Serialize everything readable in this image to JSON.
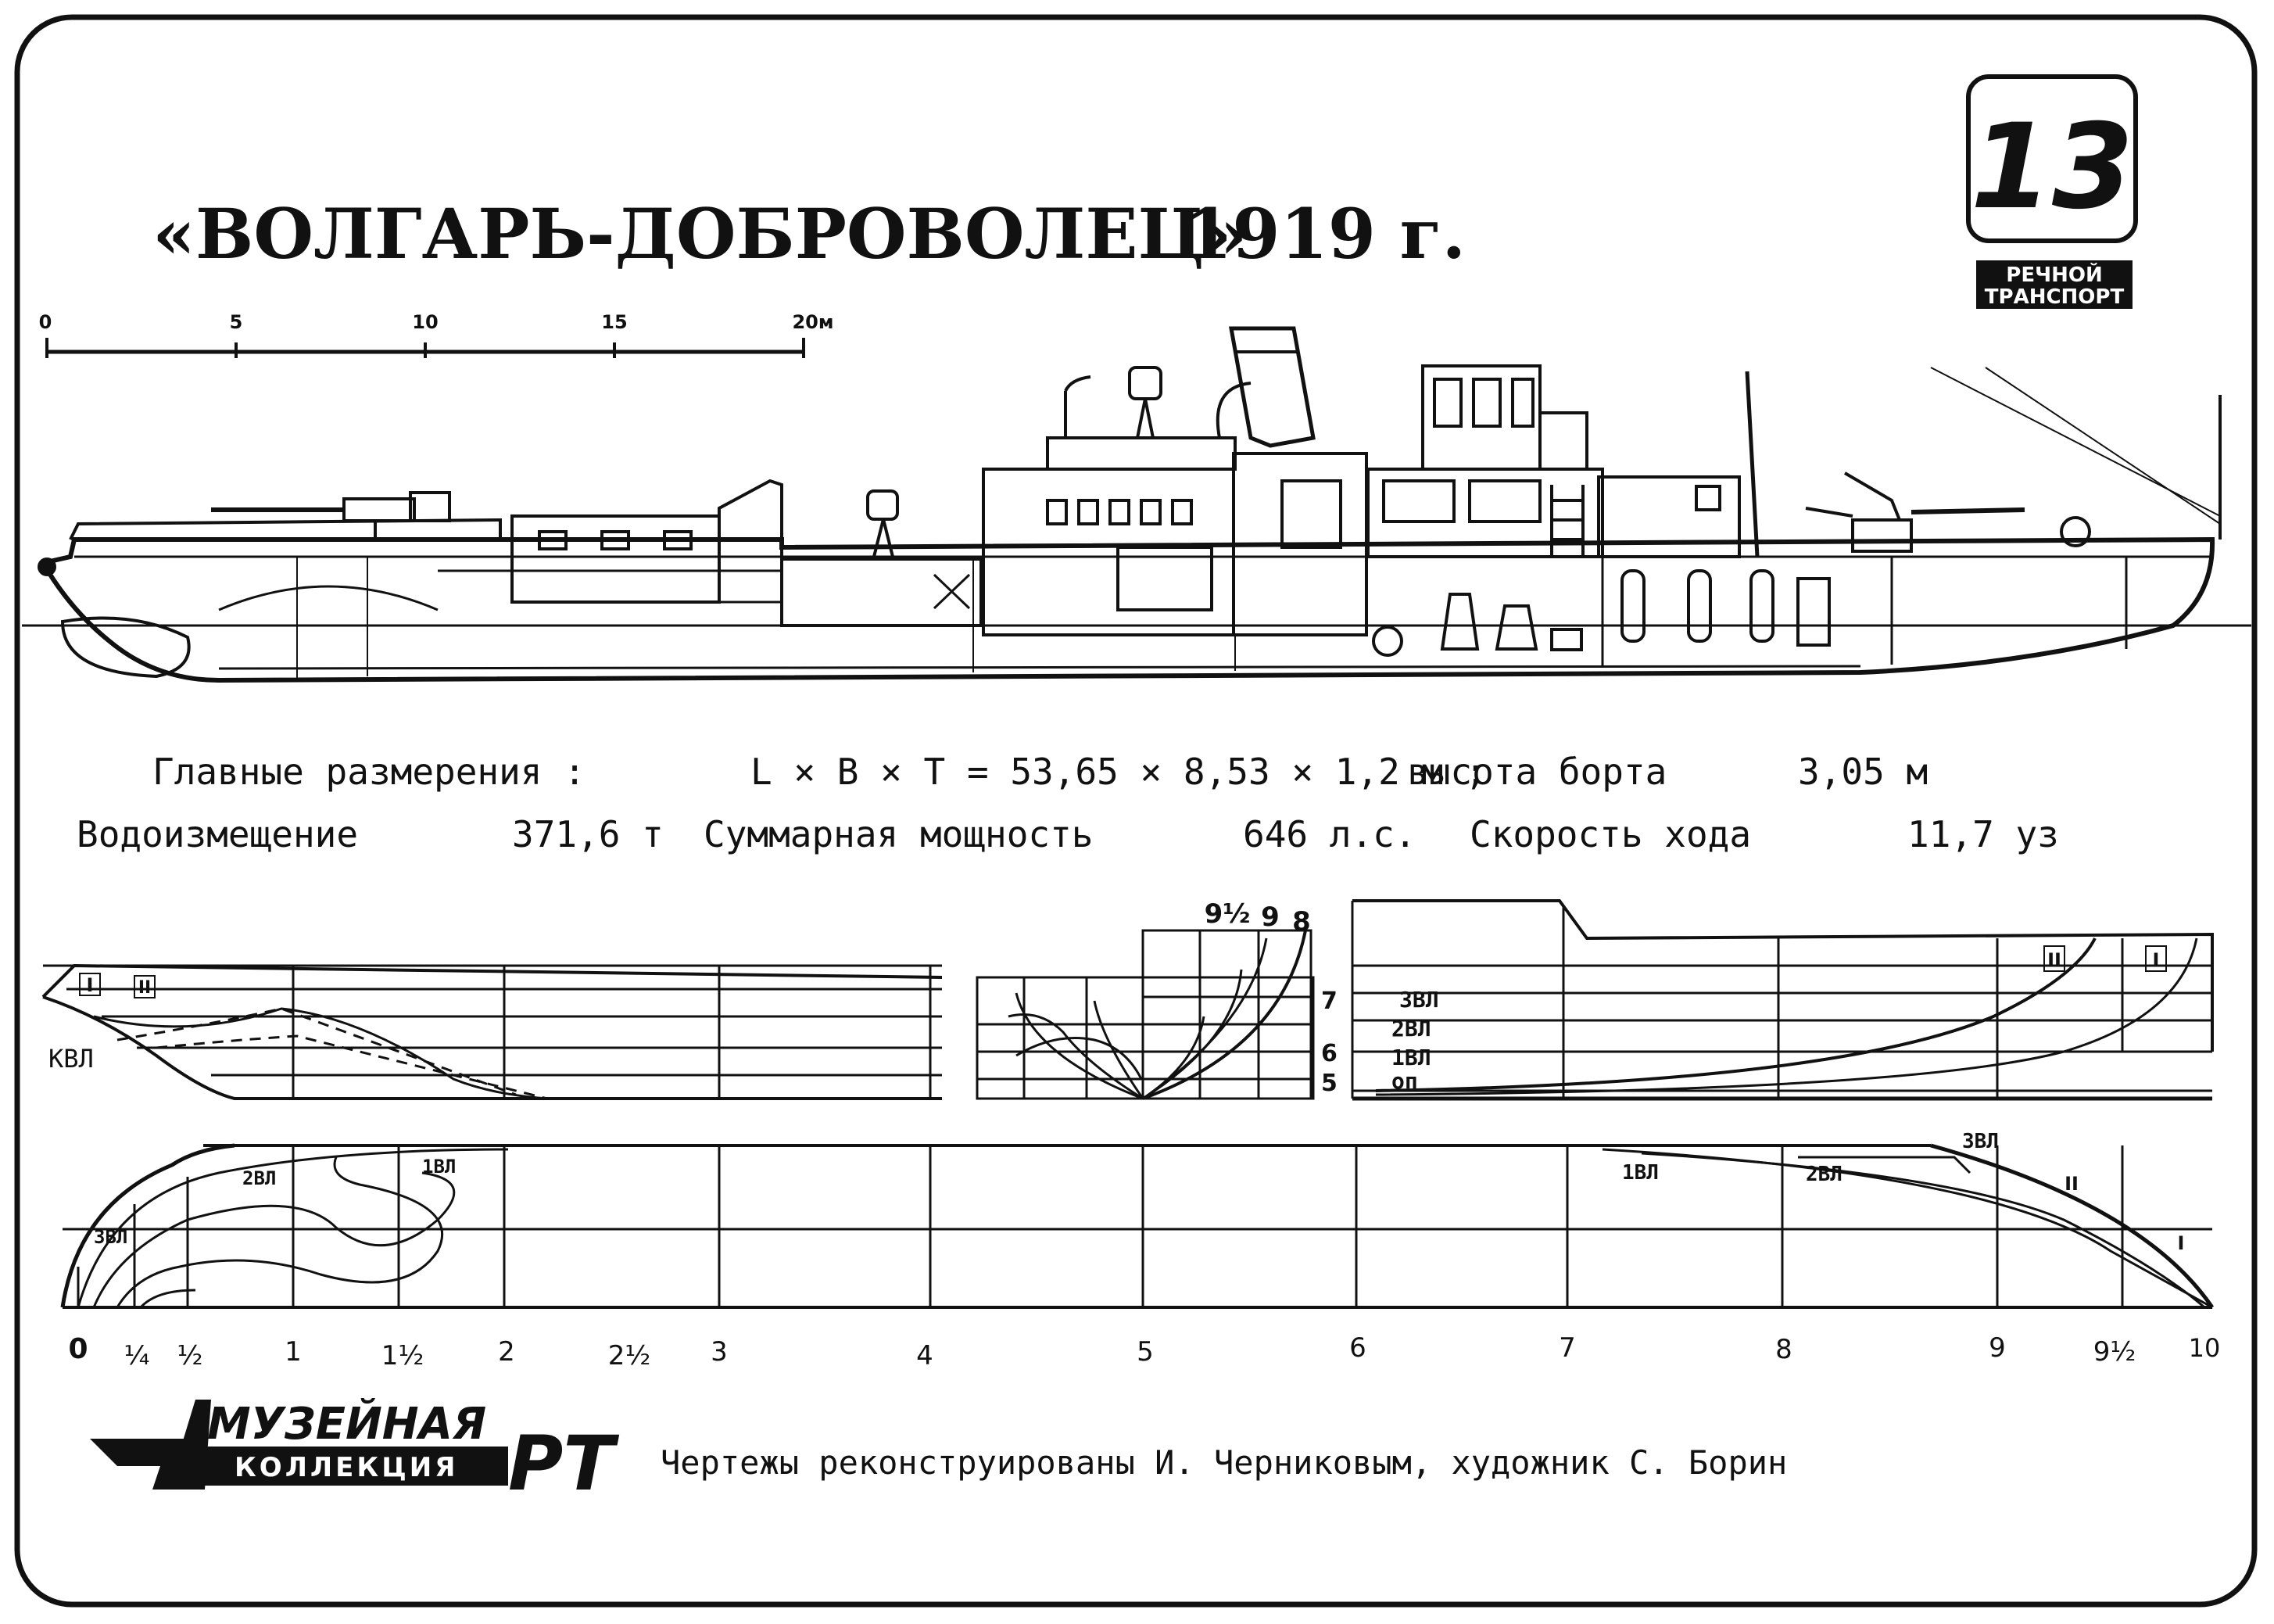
{
  "title": {
    "ship_name": "«ВОЛГАРЬ-ДОБРОВОЛЕЦ»",
    "year": "1919 г."
  },
  "issue_badge": {
    "number": "13",
    "publisher_line1": "РЕЧНОЙ",
    "publisher_line2": "ТРАНСПОРТ"
  },
  "scale_bar": {
    "ticks": [
      "0",
      "5",
      "10",
      "15",
      "20м"
    ]
  },
  "specs": {
    "line1": {
      "label": "Главные размерения :",
      "formula": "L × B × T = 53,65 × 8,53 × 1,2 м ;",
      "depth_label": "высота борта",
      "depth_value": "3,05 м"
    },
    "line2": {
      "displacement_label": "Водоизмещение",
      "displacement_value": "371,6 т",
      "power_label": "Суммарная мощность",
      "power_value": "646 л.с.",
      "speed_label": "Скорость хода",
      "speed_value": "11,7 уз"
    }
  },
  "lines_plan": {
    "profile_left": {
      "section_marks": [
        "I",
        "II"
      ],
      "waterline_label": "КВЛ"
    },
    "body_plan": {
      "stations_top": [
        "9½",
        "9",
        "8"
      ],
      "stations_right": [
        "7",
        "6",
        "5"
      ]
    },
    "profile_right": {
      "waterlines": [
        "3ВЛ",
        "2ВЛ",
        "1ВЛ",
        "оп"
      ],
      "section_marks": [
        "II",
        "I"
      ]
    },
    "half_breadth": {
      "bow_labels": [
        "3ВЛ",
        "2ВЛ",
        "1ВЛ"
      ],
      "stern_labels": [
        "1ВЛ",
        "2ВЛ",
        "3ВЛ",
        "II",
        "I"
      ]
    },
    "stations": [
      "0",
      "¼",
      "½",
      "1",
      "1½",
      "2",
      "2½",
      "3",
      "4",
      "5",
      "6",
      "7",
      "8",
      "9",
      "9½",
      "10"
    ]
  },
  "footer": {
    "logo_line1": "МУЗЕЙНАЯ",
    "logo_line2": "КОЛЛЕКЦИЯ",
    "logo_mark": "РТ",
    "credits": "Чертежы реконструированы   И. Черниковым,  художник   С. Борин"
  },
  "colors": {
    "ink": "#111111",
    "paper": "#ffffff"
  }
}
